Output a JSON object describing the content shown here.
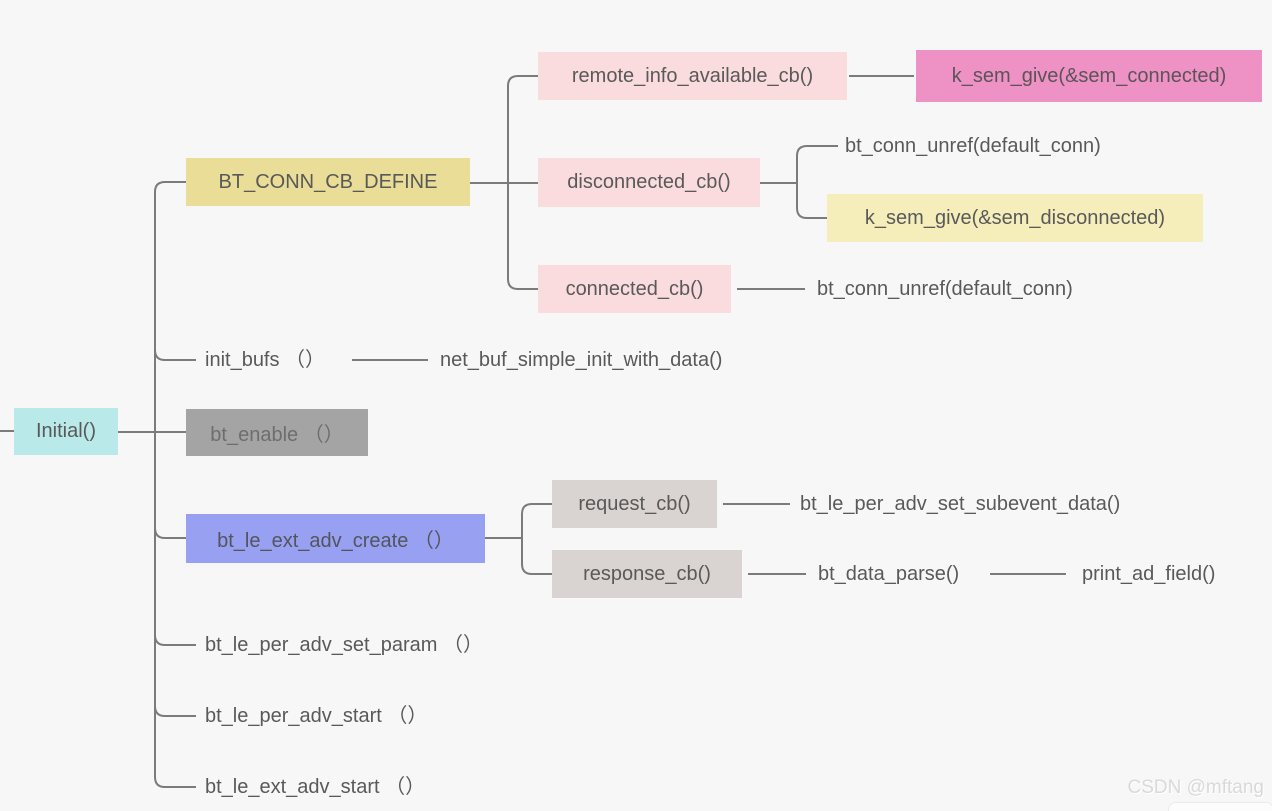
{
  "watermark": "CSDN @mftang",
  "colors": {
    "background": "#f7f7f7",
    "connector": "#7b7b79",
    "text": "#595959",
    "root_cyan": "#b9e9e9",
    "yellow": "#e9dd97",
    "light_pink": "#fadcdf",
    "magenta_pink": "#ee92c5",
    "light_yellow": "#f5eebb",
    "gray": "#a4a4a4",
    "periwinkle_blue": "#98a1f1",
    "warm_gray": "#d9d4d1"
  },
  "nodes": {
    "initial": "Initial()",
    "bt_conn_cb_define": "BT_CONN_CB_DEFINE",
    "remote_info_available_cb": "remote_info_available_cb()",
    "k_sem_give_connected": "k_sem_give(&sem_connected)",
    "disconnected_cb": "disconnected_cb()",
    "bt_conn_unref_disconnected": "bt_conn_unref(default_conn)",
    "k_sem_give_disconnected": "k_sem_give(&sem_disconnected)",
    "connected_cb": "connected_cb()",
    "bt_conn_unref_connected": "bt_conn_unref(default_conn)",
    "init_bufs": "init_bufs （）",
    "net_buf_simple_init_with_data": "net_buf_simple_init_with_data()",
    "bt_enable": "bt_enable （）",
    "bt_le_ext_adv_create": "bt_le_ext_adv_create （）",
    "request_cb": "request_cb()",
    "bt_le_per_adv_set_subevent_data": "bt_le_per_adv_set_subevent_data()",
    "response_cb": "response_cb()",
    "bt_data_parse": "bt_data_parse()",
    "print_ad_field": "print_ad_field()",
    "bt_le_per_adv_set_param": "bt_le_per_adv_set_param （）",
    "bt_le_per_adv_start": "bt_le_per_adv_start （）",
    "bt_le_ext_adv_start": "bt_le_ext_adv_start （）"
  },
  "structure": {
    "root": "initial",
    "initial_children": [
      "bt_conn_cb_define",
      "init_bufs",
      "bt_enable",
      "bt_le_ext_adv_create",
      "bt_le_per_adv_set_param",
      "bt_le_per_adv_start",
      "bt_le_ext_adv_start"
    ],
    "bt_conn_cb_define_children": [
      "remote_info_available_cb",
      "disconnected_cb",
      "connected_cb"
    ],
    "remote_info_available_cb_children": [
      "k_sem_give_connected"
    ],
    "disconnected_cb_children": [
      "bt_conn_unref_disconnected",
      "k_sem_give_disconnected"
    ],
    "connected_cb_children": [
      "bt_conn_unref_connected"
    ],
    "init_bufs_children": [
      "net_buf_simple_init_with_data"
    ],
    "bt_le_ext_adv_create_children": [
      "request_cb",
      "response_cb"
    ],
    "request_cb_children": [
      "bt_le_per_adv_set_subevent_data"
    ],
    "response_cb_children": [
      "bt_data_parse"
    ],
    "bt_data_parse_children": [
      "print_ad_field"
    ]
  }
}
